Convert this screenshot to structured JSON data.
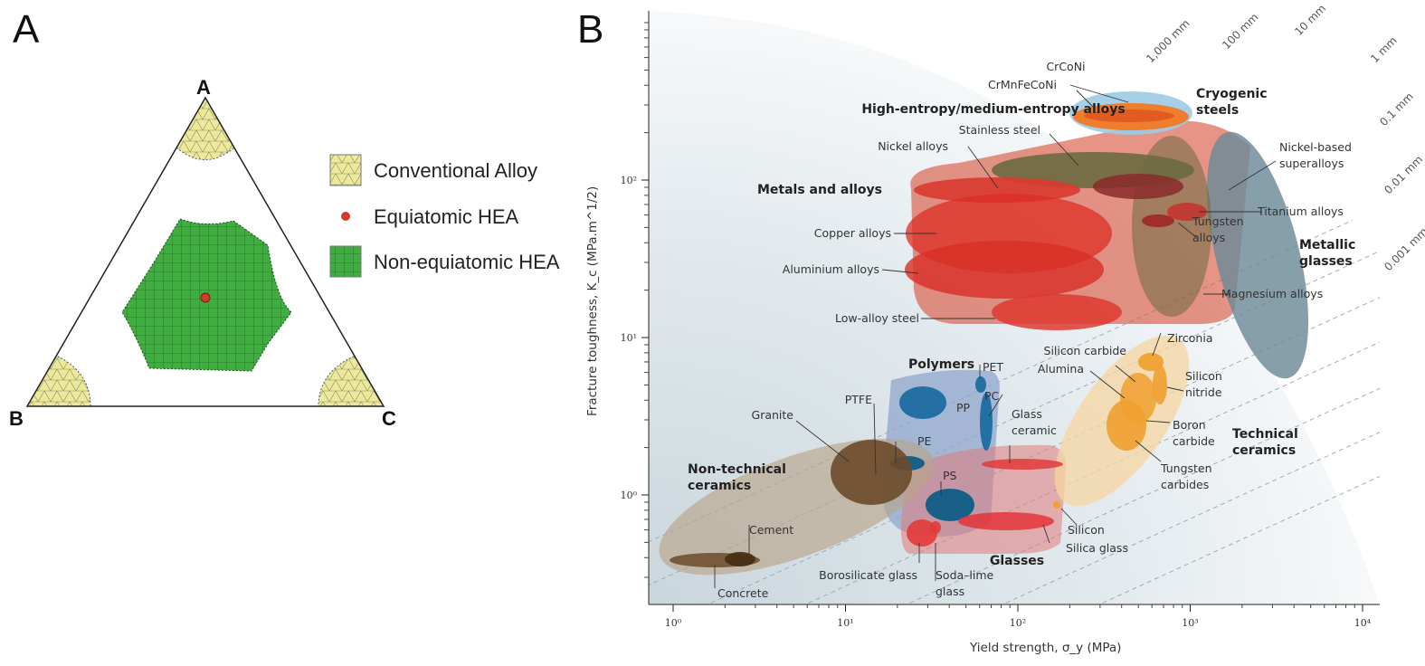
{
  "panels": {
    "a_label": "A",
    "b_label": "B"
  },
  "ternary": {
    "vertices": [
      "A",
      "B",
      "C"
    ],
    "legend": [
      {
        "label": "Conventional Alloy",
        "icon": "yellow-hatched-square-icon"
      },
      {
        "label": "Equiatomic HEA",
        "icon": "red-dot-icon"
      },
      {
        "label": "Non-equiatomic HEA",
        "icon": "green-grid-square-icon"
      }
    ],
    "colors": {
      "conventional": "#ecea9a",
      "non_equiatomic": "#3fad3f",
      "equiatomic": "#d43a2a"
    }
  },
  "chart_data": {
    "type": "scatter",
    "xlabel": "Yield strength, σ_y (MPa)",
    "ylabel": "Fracture toughness, K_c (MPa.m^1/2)",
    "xscale": "log",
    "yscale": "log",
    "xlim": [
      0.8,
      14000
    ],
    "ylim": [
      0.2,
      1300
    ],
    "x_ticks": [
      "10⁰",
      "10¹",
      "10²",
      "10³",
      "10⁴"
    ],
    "x_tick_values": [
      1,
      10,
      100,
      1000,
      10000
    ],
    "y_ticks": [
      "10⁰",
      "10¹",
      "10²"
    ],
    "y_tick_values": [
      1,
      10,
      100
    ],
    "guide_lines": [
      "1,000 mm",
      "100 mm",
      "10 mm",
      "1 mm",
      "0.1 mm",
      "0.01 mm",
      "0.001 mm"
    ],
    "class_labels": [
      "High-entropy/medium-entropy alloys",
      "Cryogenic steels",
      "Metals and alloys",
      "Metallic glasses",
      "Polymers",
      "Non-technical ceramics",
      "Glasses",
      "Technical ceramics"
    ],
    "annotations": [
      "CrCoNi",
      "CrMnFeCoNi",
      "Stainless steel",
      "Nickel alloys",
      "Nickel-based superalloys",
      "Titanium alloys",
      "Tungsten alloys",
      "Copper alloys",
      "Aluminium alloys",
      "Low-alloy steel",
      "Magnesium alloys",
      "Zirconia",
      "Silicon carbide",
      "Alumina",
      "Silicon nitride",
      "Boron carbide",
      "Tungsten carbides",
      "PET",
      "PC",
      "PP",
      "PTFE",
      "PE",
      "PS",
      "Glass ceramic",
      "Granite",
      "Cement",
      "Concrete",
      "Borosilicate glass",
      "Soda–lime glass",
      "Silicon",
      "Silica glass"
    ],
    "colors": {
      "metals": "#d9533e",
      "steel": "#6b6a40",
      "hea_blue": "#9ccbe6",
      "hea_orange": "#ef7d2e",
      "metallic_glass": "#6c8a98",
      "polymers": "#8fa7cc",
      "polymer_dot": "#1e6aa0",
      "glasses": "#e07a7a",
      "ceramics_tech": "#f5d6a0",
      "ceramic_dot": "#f0a030",
      "nontech": "#b9a48a",
      "nontech_dot": "#6a4a2a"
    }
  }
}
